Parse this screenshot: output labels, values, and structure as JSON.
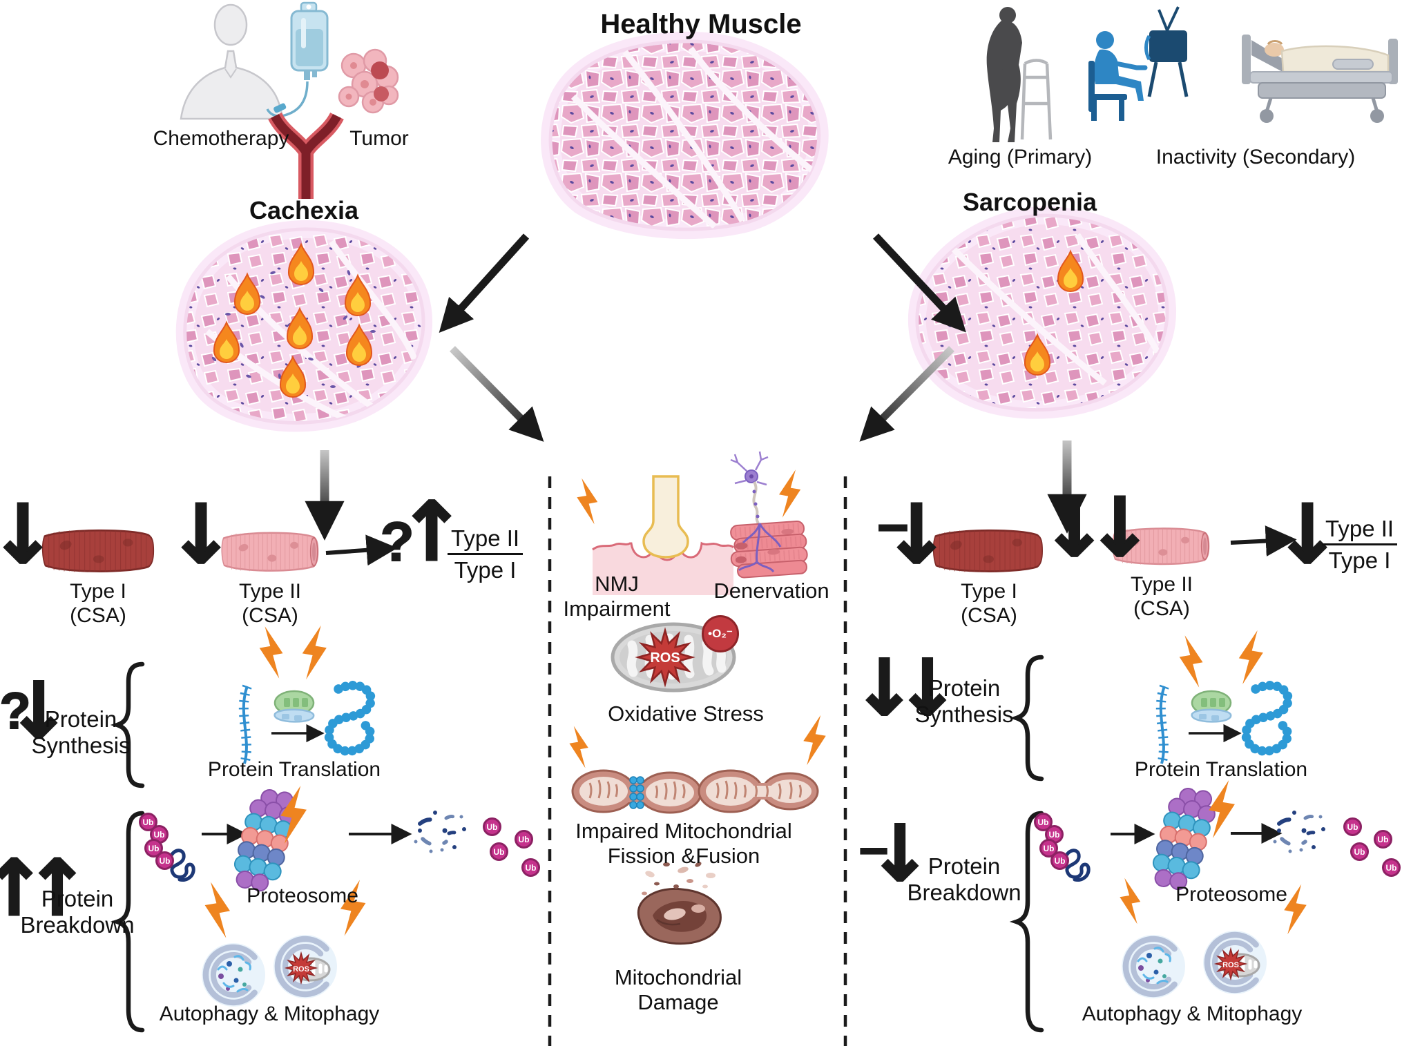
{
  "title": "Healthy Muscle",
  "causes_left": {
    "chemotherapy": "Chemotherapy",
    "tumor": "Tumor",
    "condition": "Cachexia"
  },
  "causes_right": {
    "aging": "Aging (Primary)",
    "inactivity": "Inactivity (Secondary)",
    "condition": "Sarcopenia"
  },
  "fiber_labels": {
    "type_i": "Type I",
    "type_ii": "Type II",
    "csa": "(CSA)"
  },
  "center_column": {
    "nmj_line1": "NMJ",
    "nmj_line2": "Impairment",
    "denervation": "Denervation",
    "oxidative_stress": "Oxidative Stress",
    "fission_line1": "Impaired Mitochondrial",
    "fission_line2": "Fission &Fusion",
    "damage_line1": "Mitochondrial",
    "damage_line2": "Damage"
  },
  "process_labels": {
    "protein": "Protein",
    "synthesis": "Synthesis",
    "breakdown": "Breakdown",
    "protein_translation": "Protein Translation",
    "proteosome": "Proteosome",
    "autophagy_mitophagy": "Autophagy & Mitophagy"
  },
  "molecules": {
    "ub": "Ub",
    "ros": "ROS",
    "superoxide": "•O₂⁻"
  },
  "indicators": {
    "cachexia_type1": "↓",
    "cachexia_type2": "↓",
    "cachexia_ratio_question": "?",
    "cachexia_ratio_arrow": "↑",
    "cachexia_synthesis_question": "?",
    "cachexia_synthesis_arrow": "↓",
    "cachexia_breakdown_arrows": "↑↑",
    "sarcopenia_type1_minus": "−",
    "sarcopenia_type1_arrow": "↓",
    "sarcopenia_type2_arrows": "↓↓",
    "sarcopenia_ratio_arrow": "↓",
    "sarcopenia_synthesis_arrows": "↓↓",
    "sarcopenia_breakdown_minus": "−",
    "sarcopenia_breakdown_arrow": "↓"
  },
  "colors": {
    "lightning_orange": "#EE8420",
    "flame_orange": "#F5871E",
    "ub_magenta": "#C5328C",
    "ros_red": "#C43B38",
    "tissue_pink": "#E8A8C8",
    "fiber_type1_red": "#A8403C",
    "fiber_type2_pink": "#F2AFB5",
    "translation_blue": "#2D9AD6",
    "protein_navy": "#1D3876",
    "autophagy_blue": "#B4C0D8"
  }
}
